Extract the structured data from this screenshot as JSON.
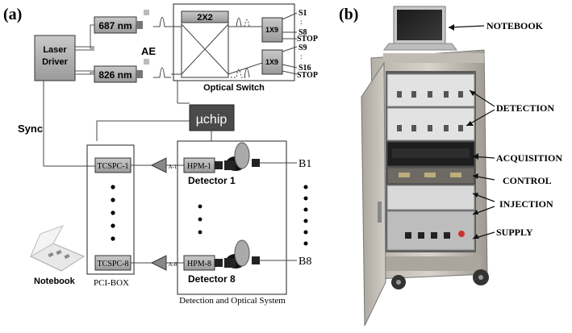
{
  "panel_a": {
    "label": "(a)",
    "laser_driver": [
      "Laser",
      "Driver"
    ],
    "laser_687": "687 nm",
    "laser_826": "826 nm",
    "ae": "AE",
    "switch_2x2": "2X2",
    "switch_1x9_top": "1X9",
    "switch_1x9_bottom": "1X9",
    "optical_switch": "Optical Switch",
    "s1": "S1",
    "s8": "S8",
    "stop_top": "STOP",
    "s9": "S9",
    "s16": "S16",
    "stop_bottom": "STOP",
    "uchip": "µchip",
    "sync": "Sync",
    "tcspc_1": "TCSPC-1",
    "tcspc_8": "TCSPC-8",
    "amp_1": "A-1",
    "amp_8": "A-8",
    "hpm_1": "HPM-1",
    "hpm_8": "HPM-8",
    "detector_1": "Detector 1",
    "detector_8": "Detector 8",
    "b1": "B1",
    "b8": "B8",
    "notebook": "Notebook",
    "pci_box": "PCI-BOX",
    "detection_system": "Detection and Optical System"
  },
  "panel_b": {
    "label": "(b)",
    "callouts": [
      "NOTEBOOK",
      "DETECTION",
      "ACQUISITION",
      "CONTROL",
      "INJECTION",
      "SUPPLY"
    ]
  }
}
